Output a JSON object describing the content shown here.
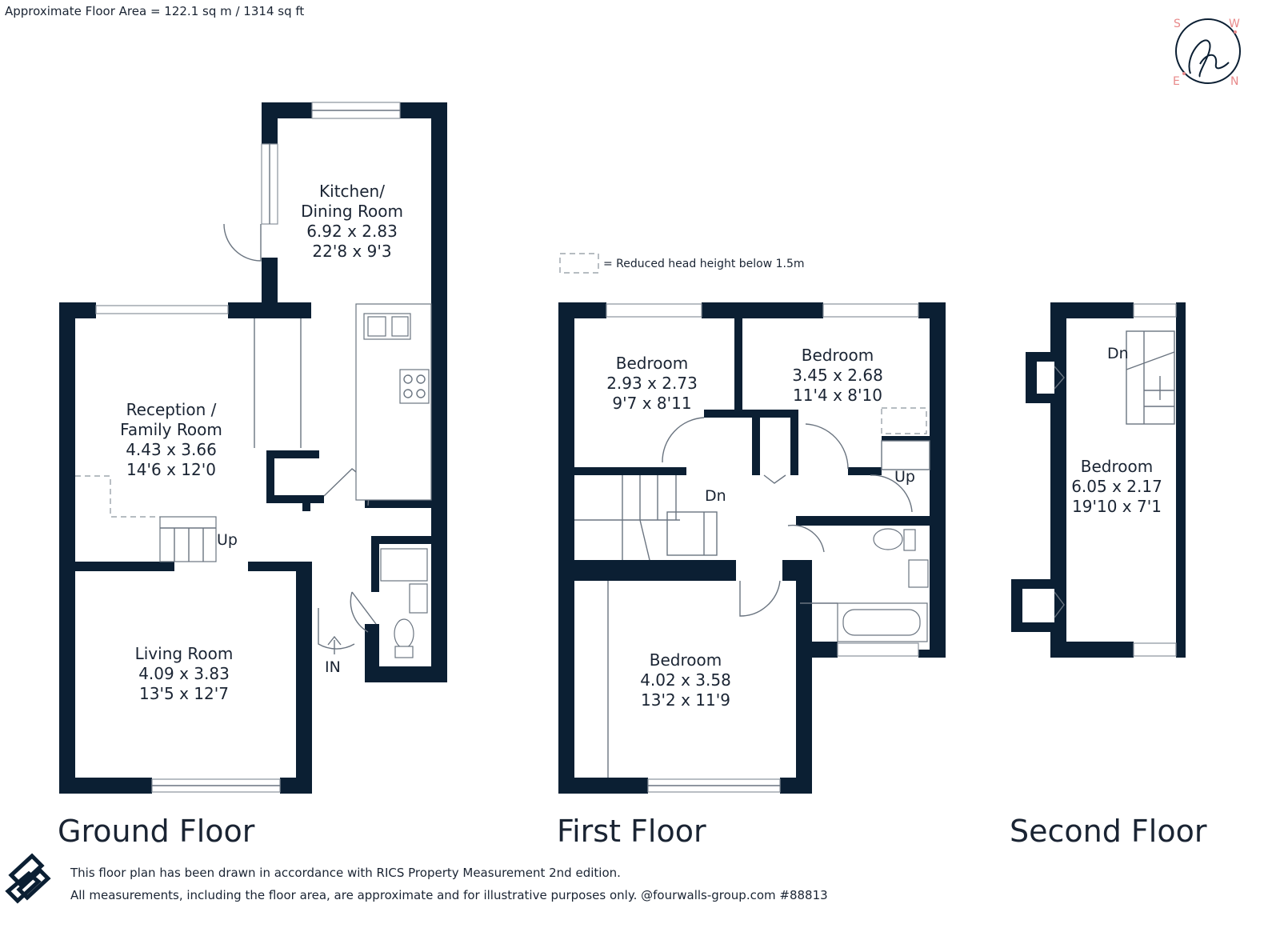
{
  "header": {
    "area": "Approximate Floor Area = 122.1 sq m / 1314 sq ft"
  },
  "compass": {
    "s": "S",
    "w": "W",
    "e": "E",
    "n": "N",
    "logo_letter": "h"
  },
  "legend": {
    "text": "= Reduced head height below 1.5m"
  },
  "floors": {
    "ground": {
      "title": "Ground Floor",
      "kitchen": {
        "name1": "Kitchen/",
        "name2": "Dining Room",
        "metric": "6.92 x 2.83",
        "imperial": "22'8 x 9'3"
      },
      "reception": {
        "name1": "Reception /",
        "name2": "Family Room",
        "metric": "4.43 x 3.66",
        "imperial": "14'6 x 12'0"
      },
      "living": {
        "name": "Living  Room",
        "metric": "4.09 x 3.83",
        "imperial": "13'5 x 12'7"
      },
      "up": "Up",
      "in": "IN"
    },
    "first": {
      "title": "First Floor",
      "bed1": {
        "name": "Bedroom",
        "metric": "2.93 x 2.73",
        "imperial": "9'7 x 8'11"
      },
      "bed2": {
        "name": "Bedroom",
        "metric": "3.45 x 2.68",
        "imperial": "11'4 x 8'10"
      },
      "bed3": {
        "name": "Bedroom",
        "metric": "4.02 x 3.58",
        "imperial": "13'2 x 11'9"
      },
      "dn": "Dn",
      "up": "Up"
    },
    "second": {
      "title": "Second Floor",
      "bed": {
        "name": "Bedroom",
        "metric": "6.05 x 2.17",
        "imperial": "19'10 x 7'1"
      },
      "dn": "Dn"
    }
  },
  "footer": {
    "line1": "This floor plan has been drawn in accordance with RICS Property Measurement 2nd edition.",
    "line2": "All measurements, including the floor area, are approximate and for illustrative purposes only. @fourwalls-group.com #88813"
  },
  "colors": {
    "wall": "#0b1f33",
    "accent": "#e8898a",
    "text": "#1a2433"
  }
}
